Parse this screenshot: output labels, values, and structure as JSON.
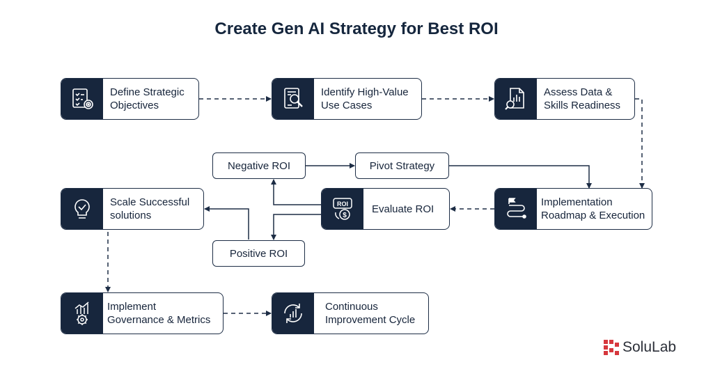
{
  "title": "Create Gen AI Strategy for Best ROI",
  "steps": {
    "define": {
      "line1": "Define Strategic",
      "line2": "Objectives",
      "icon": "checklist-target-icon"
    },
    "identify": {
      "line1": "Identify High-Value",
      "line2": "Use Cases",
      "icon": "document-search-icon"
    },
    "assess": {
      "line1": "Assess Data &",
      "line2": "Skills Readiness",
      "icon": "report-magnifier-icon"
    },
    "implementation": {
      "line1": "Implementation",
      "line2": "Roadmap & Execution",
      "icon": "roadmap-path-icon"
    },
    "evaluate": {
      "line1": "Evaluate ROI",
      "icon": "roi-coin-icon"
    },
    "scale": {
      "line1": "Scale Successful",
      "line2": "solutions",
      "icon": "lightbulb-check-icon"
    },
    "governance": {
      "line1": "Implement",
      "line2": "Governance & Metrics",
      "icon": "chart-gear-icon"
    },
    "continuous": {
      "line1": "Continuous",
      "line2": "Improvement Cycle",
      "icon": "cycle-growth-icon"
    }
  },
  "outcomes": {
    "negative": "Negative ROI",
    "pivot": "Pivot Strategy",
    "positive": "Positive ROI"
  },
  "brand": {
    "name": "SoluLab"
  },
  "colors": {
    "dark": "#17263d",
    "text": "#16243a"
  }
}
